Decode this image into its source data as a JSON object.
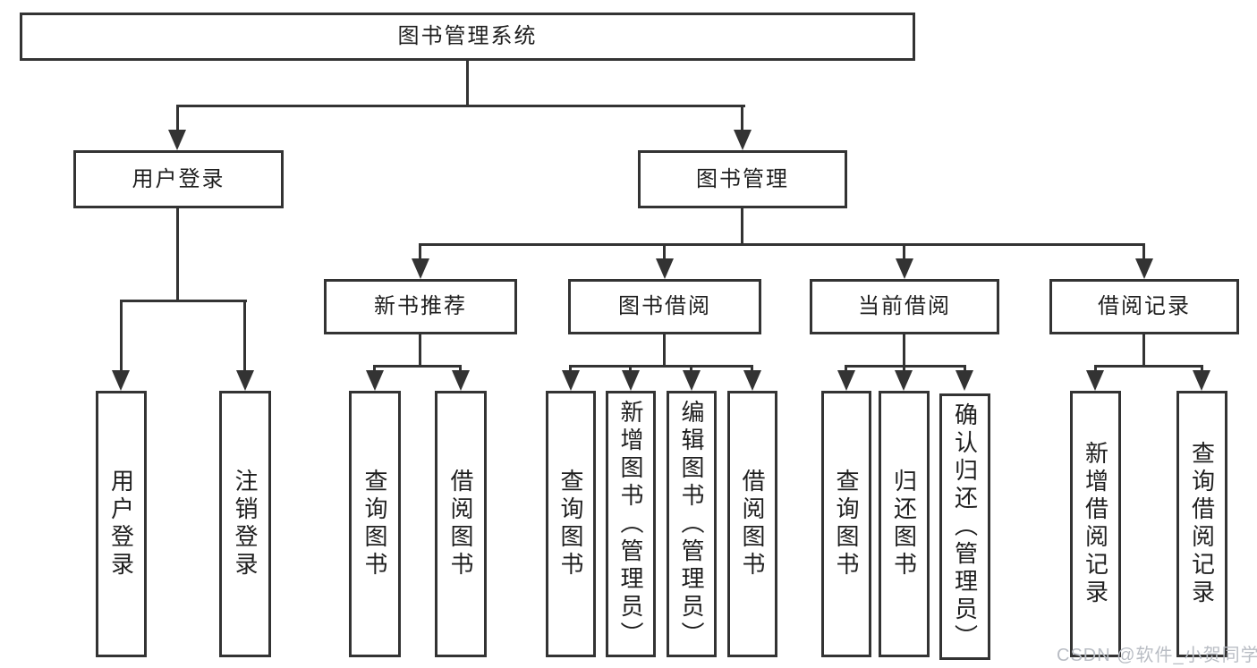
{
  "diagram": {
    "root": {
      "label": "图书管理系统"
    },
    "level2": [
      {
        "label": "用户登录"
      },
      {
        "label": "图书管理"
      }
    ],
    "level3": [
      {
        "label": "新书推荐"
      },
      {
        "label": "图书借阅"
      },
      {
        "label": "当前借阅"
      },
      {
        "label": "借阅记录"
      }
    ],
    "leaves": {
      "login": [
        {
          "label": "用户登录"
        },
        {
          "label": "注销登录"
        }
      ],
      "recommend": [
        {
          "label": "查询图书"
        },
        {
          "label": "借阅图书"
        }
      ],
      "borrow": [
        {
          "label": "查询图书"
        },
        {
          "label": "新增图书（管理员）"
        },
        {
          "label": "编辑图书（管理员）"
        },
        {
          "label": "借阅图书"
        }
      ],
      "current": [
        {
          "label": "查询图书"
        },
        {
          "label": "归还图书"
        },
        {
          "label": "确认归还（管理员）"
        }
      ],
      "records": [
        {
          "label": "新增借阅记录"
        },
        {
          "label": "查询借阅记录"
        }
      ]
    },
    "colors": {
      "line": "#333333",
      "box_border": "#333333",
      "text": "#1f1f1f",
      "background": "#ffffff",
      "watermark": "#b9bdc4"
    }
  },
  "watermark": {
    "text": "CSDN @软件_小贺同学"
  }
}
